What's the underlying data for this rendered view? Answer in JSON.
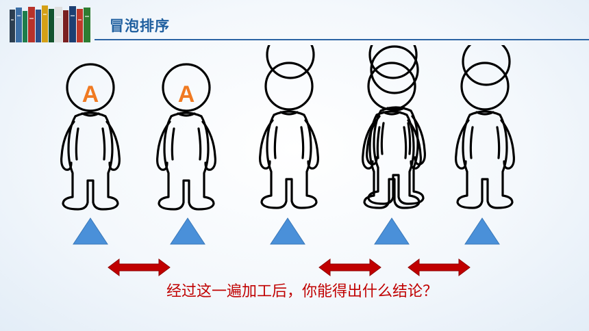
{
  "header": {
    "title": "冒泡排序",
    "icon": "book-stack-icon"
  },
  "figures": [
    {
      "label": "A"
    },
    {
      "label": "A"
    },
    {
      "label": ""
    },
    {
      "label": ""
    },
    {
      "label": ""
    }
  ],
  "conclusion": "经过这一遍加工后，你能得出什么结论？",
  "colors": {
    "accent": "#1f5f9f",
    "triangle": "#4a90d9",
    "arrow": "#c00000",
    "label": "#f07a22"
  }
}
